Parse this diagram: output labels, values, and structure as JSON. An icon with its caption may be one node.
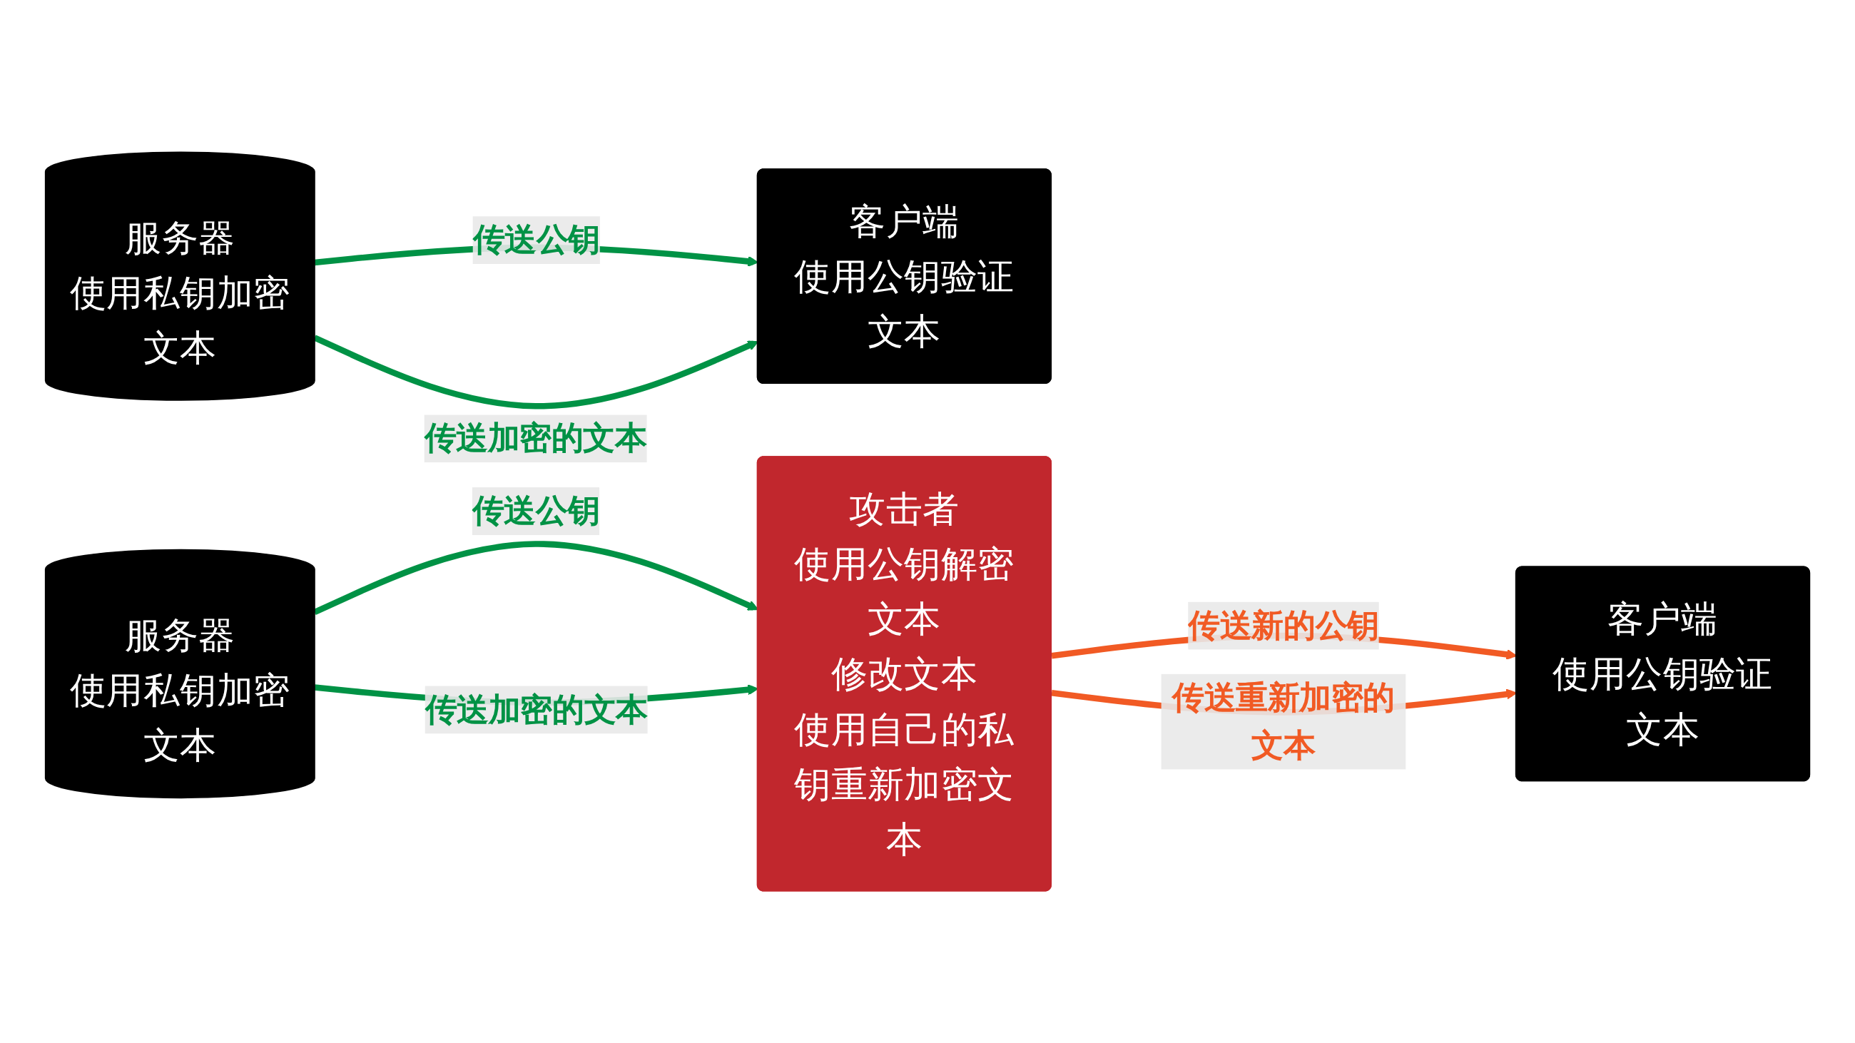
{
  "diagram": {
    "nodes": [
      {
        "text": [
          "服务器",
          "使用私钥加密文本"
        ]
      },
      {
        "text": [
          "客户端",
          "使用公钥验证文本"
        ]
      },
      {
        "text": [
          "服务器",
          "使用私钥加密文本"
        ]
      },
      {
        "text": [
          "攻击者",
          "使用公钥解密文本",
          "修改文本",
          "使用自己的私钥重新加密文本"
        ]
      },
      {
        "text": [
          "客户端",
          "使用公钥验证文本"
        ]
      }
    ],
    "edges": [
      {
        "from": 0,
        "to": 1,
        "arrow": "to",
        "label": "传送公钥",
        "color": "#009245"
      },
      {
        "from": 0,
        "to": 1,
        "arrow": "to",
        "label": "传送加密的文本",
        "color": "#009245"
      },
      {
        "from": 2,
        "to": 3,
        "arrow": "to",
        "label": "传送公钥",
        "color": "#009245"
      },
      {
        "from": 2,
        "to": 3,
        "arrow": "to",
        "label": "传送加密的文本",
        "color": "#009245"
      },
      {
        "from": 3,
        "to": 4,
        "arrow": "to",
        "label": "传送新的公钥",
        "color": "#f15a24"
      },
      {
        "from": 3,
        "to": 4,
        "arrow": "to",
        "label": "传送重新加密的文本",
        "color": "#f15a24"
      }
    ]
  }
}
